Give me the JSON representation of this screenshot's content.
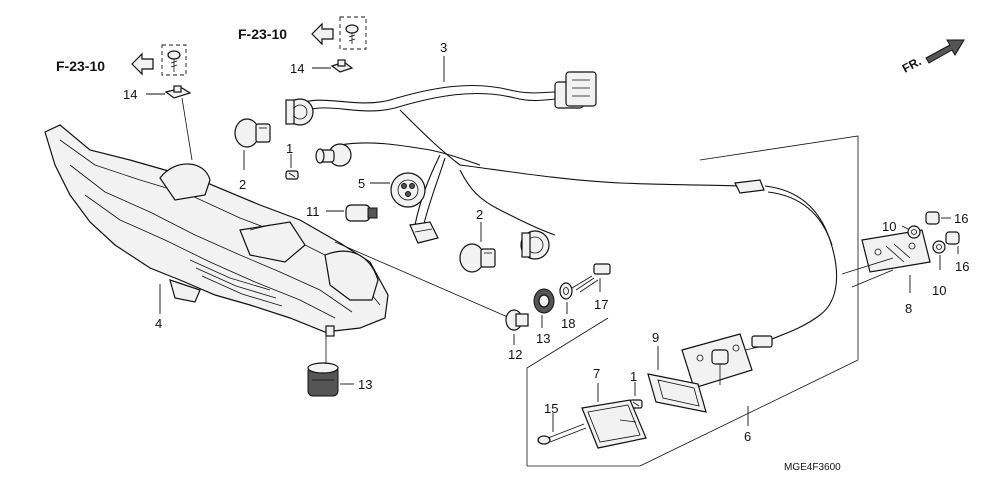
{
  "references": {
    "ref_left": "F-23-10",
    "ref_top": "F-23-10"
  },
  "direction_label": "FR.",
  "diagram_code": "MGE4F3600",
  "callouts": {
    "c1a": "1",
    "c1b": "1",
    "c2a": "2",
    "c2b": "2",
    "c3": "3",
    "c4": "4",
    "c5": "5",
    "c6": "6",
    "c7": "7",
    "c8": "8",
    "c9": "9",
    "c10a": "10",
    "c10b": "10",
    "c11": "11",
    "c12": "12",
    "c13a": "13",
    "c13b": "13",
    "c14a": "14",
    "c14b": "14",
    "c15": "15",
    "c16a": "16",
    "c16b": "16",
    "c17": "17",
    "c18": "18"
  }
}
